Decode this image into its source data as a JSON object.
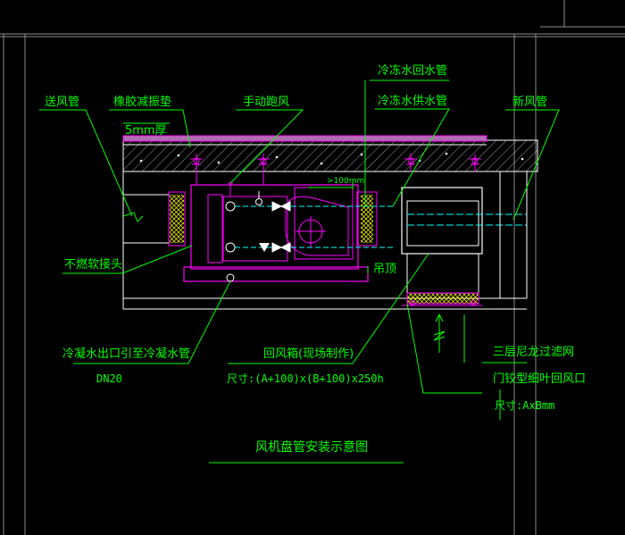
{
  "colors": {
    "background": "#000000",
    "frame": "#8c8c8c",
    "leader": "#00ff00",
    "equipment": "#ff00ff",
    "duct": "#ffffff",
    "pipe": "#00ffff",
    "hatch": "#ffff00",
    "text": "#00ff00"
  },
  "labels": {
    "supply_duct": "送风管",
    "rubber_pad": "橡胶减振垫",
    "pad_thickness": "5mm厚",
    "manual_vent": "手动跑风",
    "chw_return": "冷冻水回水管",
    "chw_supply": "冷冻水供水管",
    "fresh_air_duct": "新风管",
    "clearance": ">100mm",
    "flex_joint": "不燃软接头",
    "ceiling": "吊顶",
    "condensate": "冷凝水出口引至冷凝水管",
    "condensate_size": "DN20",
    "return_box": "回风箱(现场制作)",
    "return_box_size": "尺寸:(A+100)x(B+100)x250h",
    "filter": "三层尼龙过滤网",
    "grille": "门铰型细叶回风口",
    "grille_size": "尺寸:AxBmm",
    "title": "风机盘管安装示意图"
  }
}
